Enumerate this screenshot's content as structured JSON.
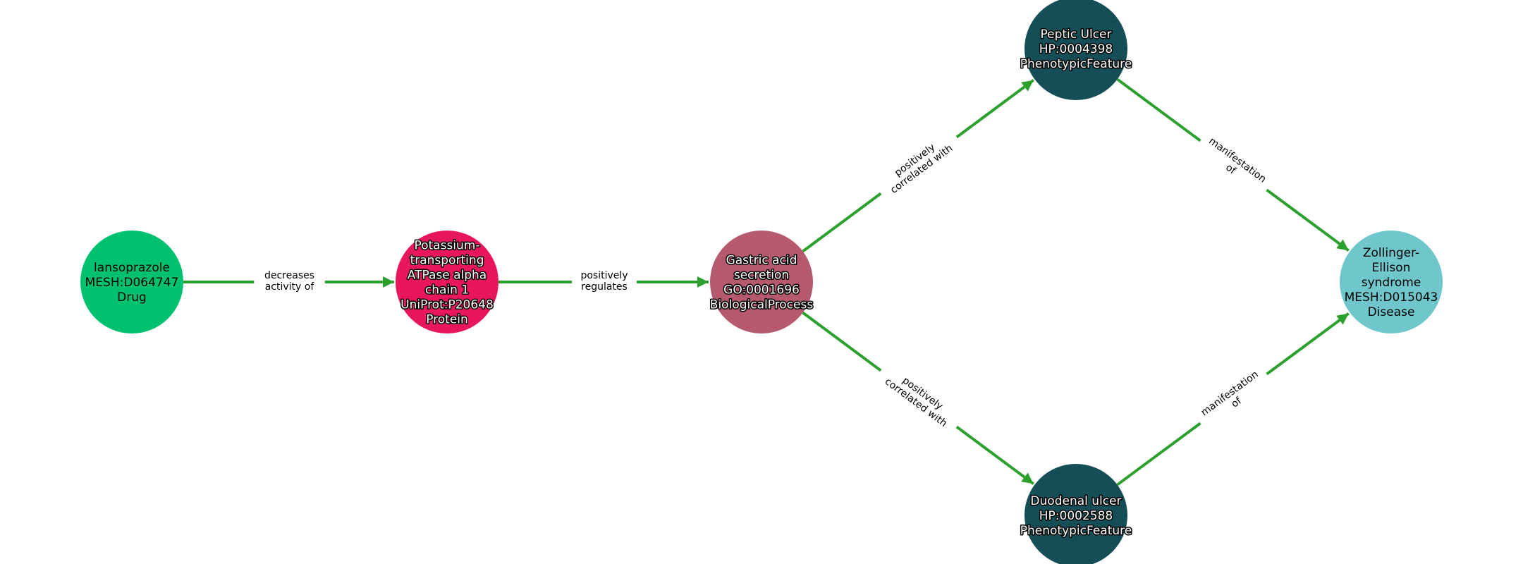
{
  "graph": {
    "edge_color": "#2ca02c",
    "nodes": [
      {
        "id": "lansoprazole",
        "lines": [
          "lansoprazole",
          "MESH:D064747",
          "Drug"
        ],
        "color": "#00c26e",
        "text_style": "dark"
      },
      {
        "id": "atpase",
        "lines": [
          "Potassium-",
          "transporting",
          "ATPase alpha",
          "chain 1",
          "UniProt:P20648",
          "Protein"
        ],
        "color": "#e8175d",
        "text_style": "light"
      },
      {
        "id": "gastric",
        "lines": [
          "Gastric acid",
          "secretion",
          "GO:0001696",
          "BiologicalProcess"
        ],
        "color": "#b5596f",
        "text_style": "light"
      },
      {
        "id": "peptic",
        "lines": [
          "Peptic Ulcer",
          "HP:0004398",
          "PhenotypicFeature"
        ],
        "color": "#154e56",
        "text_style": "light"
      },
      {
        "id": "duodenal",
        "lines": [
          "Duodenal ulcer",
          "HP:0002588",
          "PhenotypicFeature"
        ],
        "color": "#154e56",
        "text_style": "light"
      },
      {
        "id": "zollinger",
        "lines": [
          "Zollinger-",
          "Ellison",
          "syndrome",
          "MESH:D015043",
          "Disease"
        ],
        "color": "#6fc7cc",
        "text_style": "dark"
      }
    ],
    "edges": [
      {
        "source": "lansoprazole",
        "target": "atpase",
        "lines": [
          "decreases",
          "activity of"
        ]
      },
      {
        "source": "atpase",
        "target": "gastric",
        "lines": [
          "positively",
          "regulates"
        ]
      },
      {
        "source": "gastric",
        "target": "peptic",
        "lines": [
          "positively",
          "correlated with"
        ]
      },
      {
        "source": "gastric",
        "target": "duodenal",
        "lines": [
          "positively",
          "correlated with"
        ]
      },
      {
        "source": "peptic",
        "target": "zollinger",
        "lines": [
          "manifestation",
          "of"
        ]
      },
      {
        "source": "duodenal",
        "target": "zollinger",
        "lines": [
          "manifestation",
          "of"
        ]
      }
    ]
  }
}
